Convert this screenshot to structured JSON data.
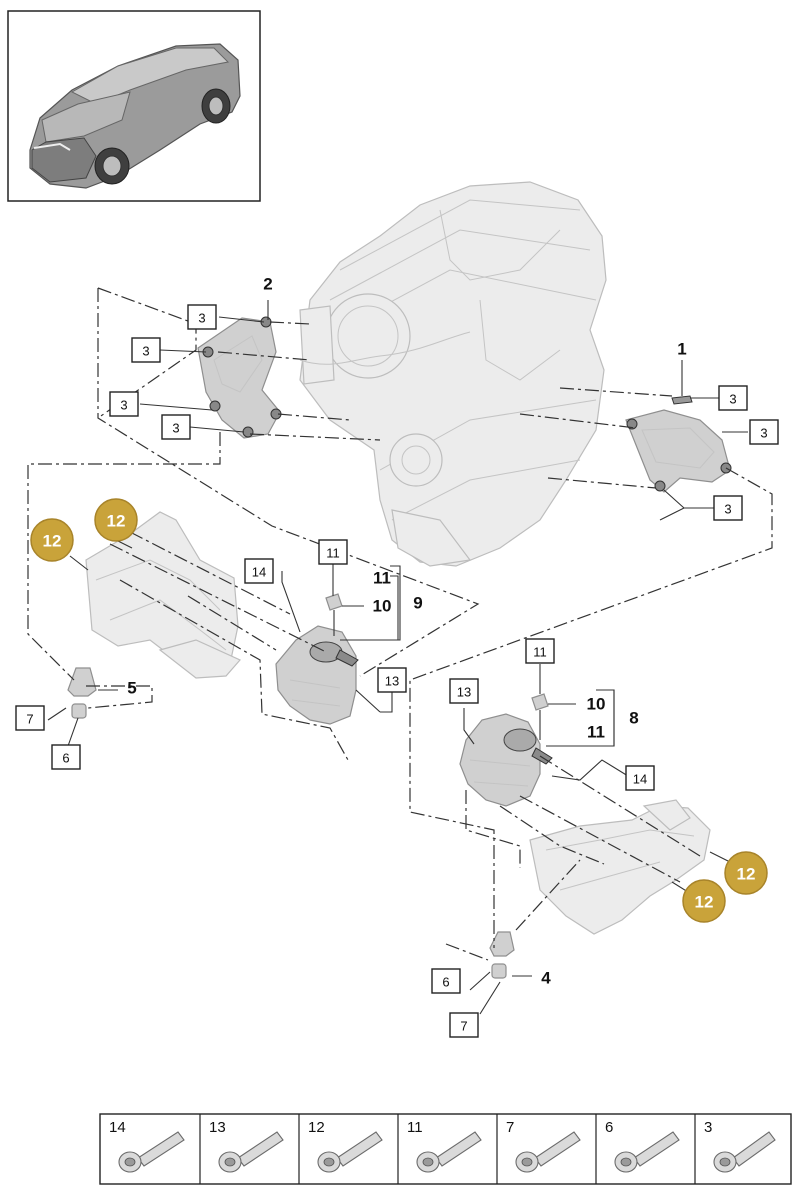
{
  "callouts": {
    "main_2": "2",
    "main_1": "1",
    "main_5": "5",
    "main_4": "4",
    "main_9": "9",
    "main_8": "8",
    "g1_11": "11",
    "g1_10": "10",
    "g2_10": "10",
    "g2_11": "11"
  },
  "boxes": [
    {
      "id": "b1",
      "text": "3"
    },
    {
      "id": "b2",
      "text": "3"
    },
    {
      "id": "b3",
      "text": "3"
    },
    {
      "id": "b4",
      "text": "3"
    },
    {
      "id": "b5",
      "text": "3"
    },
    {
      "id": "b6",
      "text": "3"
    },
    {
      "id": "b7",
      "text": "3"
    },
    {
      "id": "b8",
      "text": "11"
    },
    {
      "id": "b9",
      "text": "14"
    },
    {
      "id": "b10",
      "text": "13"
    },
    {
      "id": "b11",
      "text": "7"
    },
    {
      "id": "b12",
      "text": "6"
    },
    {
      "id": "b13",
      "text": "11"
    },
    {
      "id": "b14",
      "text": "13"
    },
    {
      "id": "b15",
      "text": "14"
    },
    {
      "id": "b16",
      "text": "6"
    },
    {
      "id": "b17",
      "text": "7"
    }
  ],
  "badges": [
    "12",
    "12",
    "12",
    "12"
  ],
  "legend": [
    "14",
    "13",
    "12",
    "11",
    "7",
    "6",
    "3"
  ],
  "colors": {
    "badge": "#c9a33a",
    "line": "#333333",
    "part": "#ececec"
  }
}
